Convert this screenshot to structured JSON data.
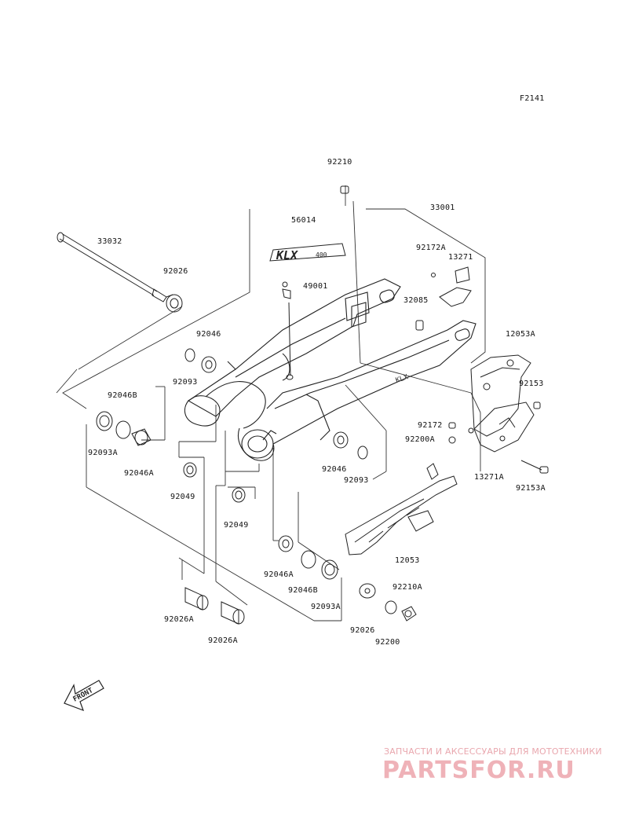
{
  "diagram": {
    "figure_code": "F2141",
    "part_labels": [
      "92210",
      "33001",
      "56014",
      "33032",
      "92026",
      "92172A",
      "13271",
      "49001",
      "32085",
      "92046",
      "12053A",
      "92093",
      "92153",
      "92046B",
      "92093A",
      "92046A",
      "92172",
      "92200A",
      "92046",
      "92093",
      "92049",
      "92049",
      "13271A",
      "92153A",
      "12053",
      "92046A",
      "92046B",
      "92093A",
      "92210A",
      "92026",
      "92200",
      "92026A",
      "92026A"
    ],
    "front_marker": "FRONT",
    "emblem_text": "KLX",
    "emblem_subtext": "400",
    "part_stamp": "KLX"
  },
  "watermark": {
    "caption": "ЗАПЧАСТИ И АКСЕССУАРЫ ДЛЯ МОТОТЕХНИКИ",
    "logo": "PARTSFOR.RU",
    "color": "#e9a7ae"
  }
}
